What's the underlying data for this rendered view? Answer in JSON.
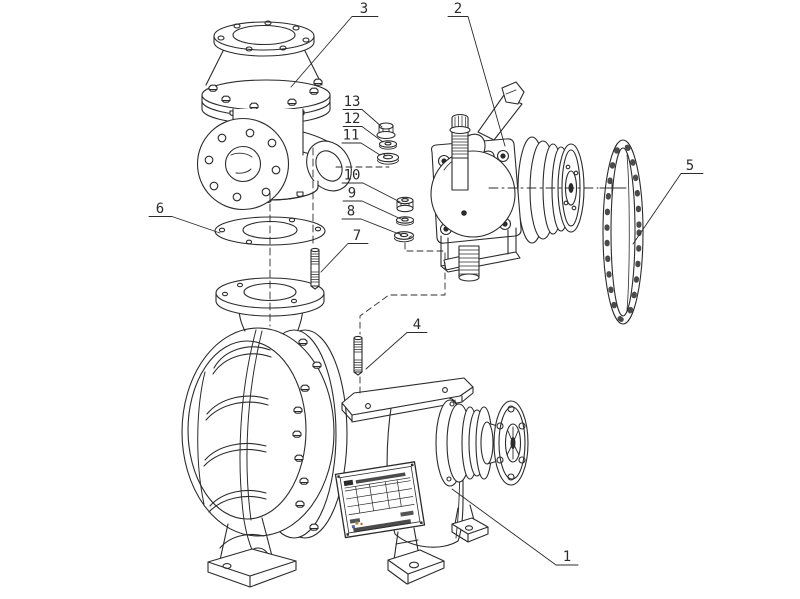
{
  "colors": {
    "ink": "#2b2b2b",
    "paper": "#ffffff"
  },
  "callouts": [
    {
      "label": "1"
    },
    {
      "label": "2"
    },
    {
      "label": "3"
    },
    {
      "label": "4"
    },
    {
      "label": "5"
    },
    {
      "label": "6"
    },
    {
      "label": "7"
    },
    {
      "label": "8"
    },
    {
      "label": "9"
    },
    {
      "label": "10"
    },
    {
      "label": "11"
    },
    {
      "label": "12"
    },
    {
      "label": "13"
    }
  ]
}
